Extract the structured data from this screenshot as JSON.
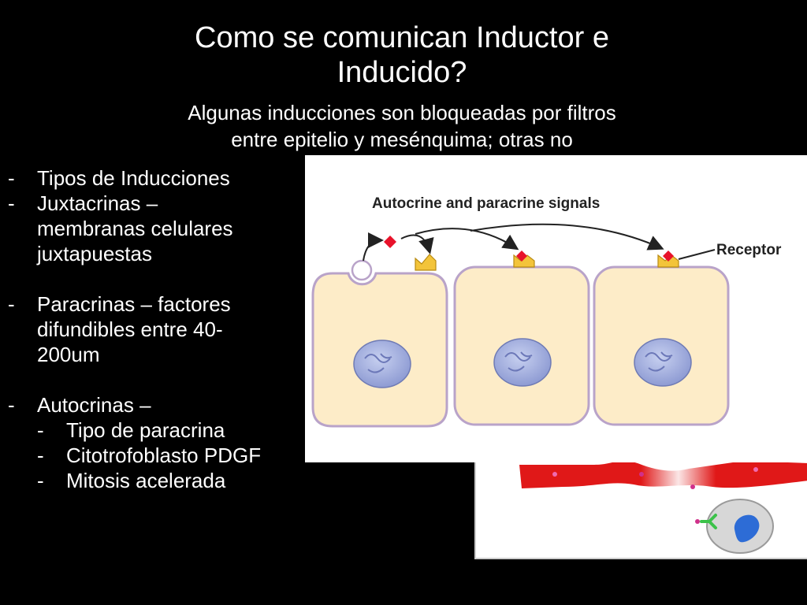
{
  "slide": {
    "title_line1": "Como se comunican Inductor e",
    "title_line2": "Inducido?",
    "subtitle_line1": "Algunas inducciones son bloqueadas por filtros",
    "subtitle_line2": "entre epitelio y mesénquima; otras no"
  },
  "bullets": [
    {
      "dash": "-",
      "lines": [
        "Tipos de Inducciones"
      ]
    },
    {
      "dash": "-",
      "lines": [
        "Juxtacrinas –",
        "membranas celulares",
        "juxtapuestas"
      ]
    },
    {
      "dash": "-",
      "lines": [
        "Paracrinas – factores",
        "difundibles entre 40-",
        "200um"
      ]
    },
    {
      "dash": "-",
      "lines": [
        "Autocrinas –"
      ]
    }
  ],
  "sub_bullets": [
    {
      "dash": "-",
      "text": "Tipo de paracrina"
    },
    {
      "dash": "-",
      "text": "Citotrofoblasto PDGF"
    },
    {
      "dash": "-",
      "text": "Mitosis acelerada"
    }
  ],
  "figure": {
    "title": "Autocrine and paracrine signals",
    "receptor_label": "Receptor"
  },
  "colors": {
    "background": "#000000",
    "cell_fill": "#fdecc8",
    "cell_border": "#b9a3c9",
    "nucleus": "#9aa6d8",
    "signal": "#e8122a",
    "receptor": "#f3c43a",
    "vessel": "#e01818"
  }
}
